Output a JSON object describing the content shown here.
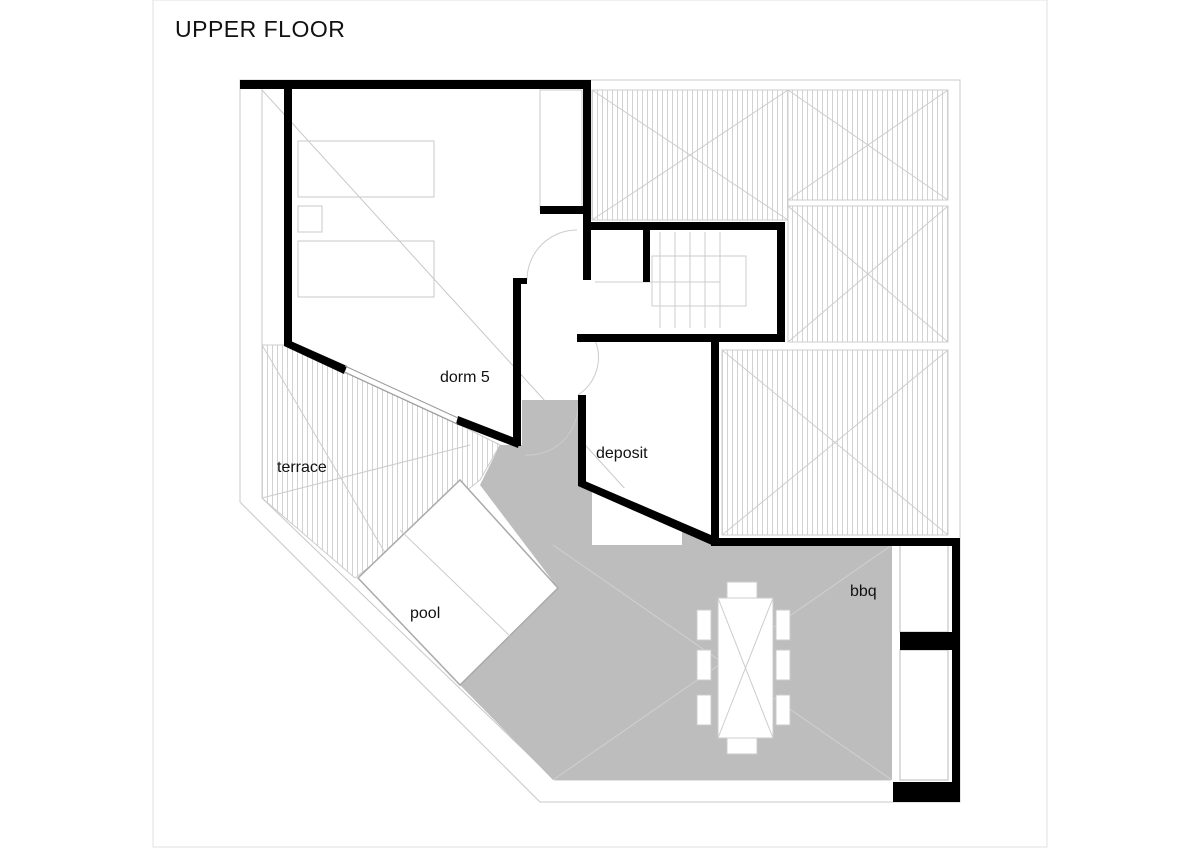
{
  "title": "UPPER FLOOR",
  "rooms": {
    "dorm": "dorm 5",
    "deposit": "deposit",
    "terrace": "terrace",
    "pool": "pool",
    "bbq": "bbq"
  },
  "colors": {
    "wall": "#000000",
    "patio": "#bdbdbd",
    "hatch": "#cfcfcf",
    "outline": "#c8c8c8"
  }
}
